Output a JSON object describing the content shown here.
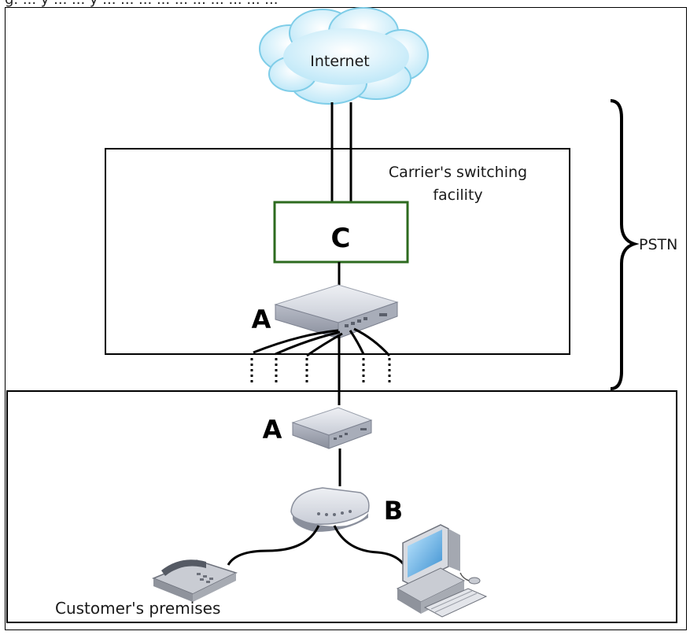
{
  "header_fragment": "g. ... y ... ... y ... ... ... ... ... ... ... ... ... ...",
  "labels": {
    "internet": "Internet",
    "carrier_line1": "Carrier's switching",
    "carrier_line2": "facility",
    "pstn": "PSTN",
    "customer": "Customer's premises"
  },
  "device_labels": {
    "c": "C",
    "a_top": "A",
    "a_bottom": "A",
    "b": "B"
  },
  "colors": {
    "cloud": "#cdeefa",
    "cloud_edge": "#7fcde8",
    "switch_border": "#2d6b1f",
    "line": "#000000"
  }
}
